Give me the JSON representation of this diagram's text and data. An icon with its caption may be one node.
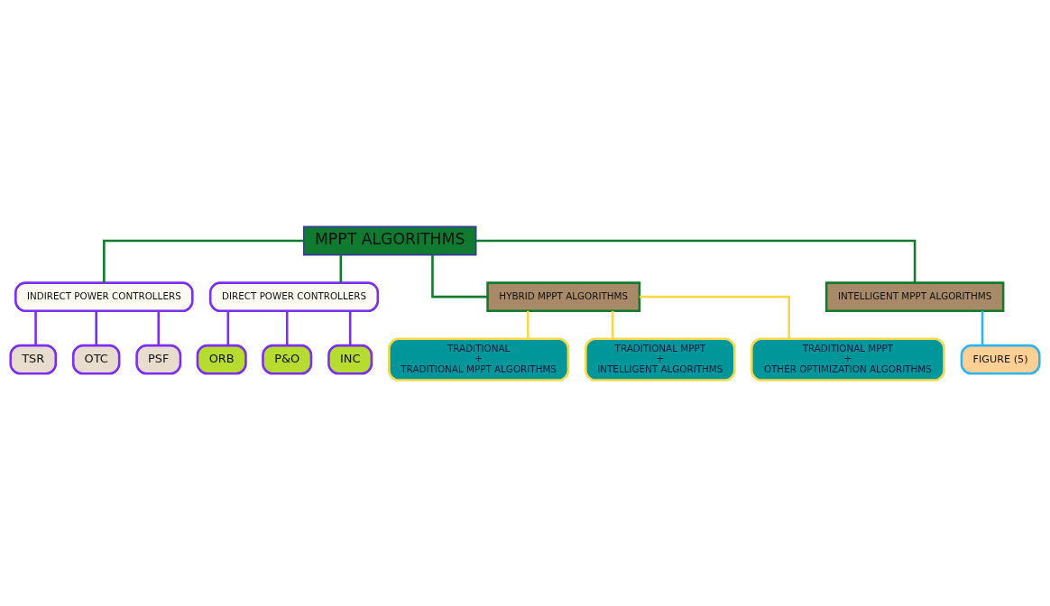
{
  "diagram": {
    "nodes": [
      {
        "text": [
          "MPPT ALGORITHMS"
        ]
      },
      {
        "text": [
          "INDIRECT POWER CONTROLLERS"
        ]
      },
      {
        "text": [
          "DIRECT POWER CONTROLLERS"
        ]
      },
      {
        "text": [
          "HYBRID MPPT ALGORITHMS"
        ]
      },
      {
        "text": [
          "INTELLIGENT MPPT ALGORITHMS"
        ]
      },
      {
        "text": [
          "TSR"
        ]
      },
      {
        "text": [
          "OTC"
        ]
      },
      {
        "text": [
          "PSF"
        ]
      },
      {
        "text": [
          "ORB"
        ]
      },
      {
        "text": [
          "P&O"
        ]
      },
      {
        "text": [
          "INC"
        ]
      },
      {
        "text": [
          "TRADITIONAL",
          "+",
          "TRADITIONAL MPPT ALGORITHMS"
        ]
      },
      {
        "text": [
          "TRADITIONAL MPPT",
          "+",
          "INTELLIGENT ALGORITHMS"
        ]
      },
      {
        "text": [
          "TRADITIONAL MPPT",
          "+",
          "OTHER OPTIMIZATION ALGORITHMS"
        ]
      },
      {
        "text": [
          "FIGURE (5)"
        ]
      }
    ],
    "edges": [
      {
        "from": 0,
        "to": 1,
        "arrow": "none",
        "color": "#137a2c"
      },
      {
        "from": 0,
        "to": 2,
        "arrow": "none",
        "color": "#137a2c"
      },
      {
        "from": 0,
        "to": 3,
        "arrow": "none",
        "color": "#137a2c"
      },
      {
        "from": 0,
        "to": 4,
        "arrow": "none",
        "color": "#137a2c"
      },
      {
        "from": 1,
        "to": 5,
        "arrow": "none"
      },
      {
        "from": 1,
        "to": 6,
        "arrow": "none"
      },
      {
        "from": 1,
        "to": 7,
        "arrow": "none"
      },
      {
        "from": 2,
        "to": 8,
        "arrow": "none"
      },
      {
        "from": 2,
        "to": 9,
        "arrow": "none"
      },
      {
        "from": 2,
        "to": 10,
        "arrow": "none"
      },
      {
        "from": 3,
        "to": 11,
        "arrow": "none",
        "color": "#f5d94a"
      },
      {
        "from": 3,
        "to": 12,
        "arrow": "none",
        "color": "#f5d94a"
      },
      {
        "from": 3,
        "to": 13,
        "arrow": "none",
        "color": "#f5d94a"
      },
      {
        "from": 4,
        "to": 14,
        "arrow": "none",
        "color": "#2fb4ef"
      }
    ]
  }
}
